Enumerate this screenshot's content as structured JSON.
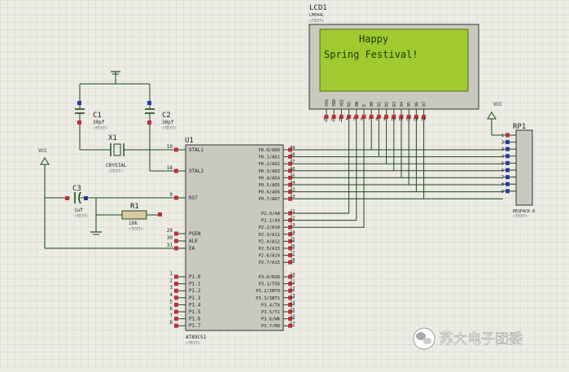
{
  "lcd": {
    "ref": "LCD1",
    "model": "LM044L",
    "text_tag": "<TEXT>",
    "line1": "Happy",
    "line2": "Spring Festival!",
    "pins": [
      "VSS",
      "VDD",
      "VEE",
      "RS",
      "RW",
      "E",
      "D0",
      "D1",
      "D2",
      "D3",
      "D4",
      "D5",
      "D6",
      "D7"
    ],
    "pin_numbers": [
      "1",
      "2",
      "3",
      "4",
      "5",
      "6",
      "7",
      "8",
      "9",
      "10",
      "11",
      "12",
      "13",
      "14"
    ]
  },
  "mcu": {
    "ref": "U1",
    "model": "AT89C51",
    "text_tag": "<TEXT>",
    "left_pins": [
      {
        "num": "19",
        "name": "XTAL1"
      },
      {
        "num": "18",
        "name": "XTAL2"
      },
      {
        "num": "9",
        "name": "RST"
      },
      {
        "num": "29",
        "name": "PSEN"
      },
      {
        "num": "30",
        "name": "ALE"
      },
      {
        "num": "31",
        "name": "EA"
      }
    ],
    "p1_pins": [
      {
        "num": "1",
        "name": "P1.0"
      },
      {
        "num": "2",
        "name": "P1.1"
      },
      {
        "num": "3",
        "name": "P1.2"
      },
      {
        "num": "4",
        "name": "P1.3"
      },
      {
        "num": "5",
        "name": "P1.4"
      },
      {
        "num": "6",
        "name": "P1.5"
      },
      {
        "num": "7",
        "name": "P1.6"
      },
      {
        "num": "8",
        "name": "P1.7"
      }
    ],
    "p0_pins": [
      {
        "num": "39",
        "name": "P0.0/AD0"
      },
      {
        "num": "38",
        "name": "P0.1/AD1"
      },
      {
        "num": "37",
        "name": "P0.2/AD2"
      },
      {
        "num": "36",
        "name": "P0.3/AD3"
      },
      {
        "num": "35",
        "name": "P0.4/AD4"
      },
      {
        "num": "34",
        "name": "P0.5/AD5"
      },
      {
        "num": "33",
        "name": "P0.6/AD6"
      },
      {
        "num": "32",
        "name": "P0.7/AD7"
      }
    ],
    "p2_pins": [
      {
        "num": "21",
        "name": "P2.0/A8"
      },
      {
        "num": "22",
        "name": "P2.1/A9"
      },
      {
        "num": "23",
        "name": "P2.2/A10"
      },
      {
        "num": "24",
        "name": "P2.3/A11"
      },
      {
        "num": "25",
        "name": "P2.4/A12"
      },
      {
        "num": "26",
        "name": "P2.5/A13"
      },
      {
        "num": "27",
        "name": "P2.6/A14"
      },
      {
        "num": "28",
        "name": "P2.7/A15"
      }
    ],
    "p3_pins": [
      {
        "num": "10",
        "name": "P3.0/RXD"
      },
      {
        "num": "11",
        "name": "P3.1/TXD"
      },
      {
        "num": "12",
        "name": "P3.2/INT0"
      },
      {
        "num": "13",
        "name": "P3.3/INT1"
      },
      {
        "num": "14",
        "name": "P3.4/T0"
      },
      {
        "num": "15",
        "name": "P3.5/T1"
      },
      {
        "num": "16",
        "name": "P3.6/WR"
      },
      {
        "num": "17",
        "name": "P3.7/RD"
      }
    ]
  },
  "components": {
    "c1": {
      "ref": "C1",
      "value": "30pf",
      "tag": "<TEXT>"
    },
    "c2": {
      "ref": "C2",
      "value": "30pf",
      "tag": "<TEXT>"
    },
    "c3": {
      "ref": "C3",
      "value": "1uf",
      "tag": "<TEXT>"
    },
    "x1": {
      "ref": "X1",
      "value": "CRYSTAL",
      "tag": "<TEXT>"
    },
    "r1": {
      "ref": "R1",
      "value": "10k",
      "tag": "<TEXT>"
    },
    "rp1": {
      "ref": "RP1",
      "value": "RESPACK-8",
      "tag": "<TEXT>",
      "pins": [
        "1",
        "2",
        "3",
        "4",
        "5",
        "6",
        "7",
        "8",
        "9"
      ]
    },
    "vcc_left": "VCC",
    "vcc_right": "VCC"
  },
  "watermark": "苏大电子团委",
  "colors": {
    "background": "#ecebe4",
    "grid": "#cfcfc6",
    "wire": "#1a4a1a",
    "body": "#c9c9c0",
    "pin_red": "#c0303a",
    "pin_blue": "#2a3aa8",
    "lcd_screen": "#9fcb30",
    "lcd_text": "#1f3a0a",
    "label_dark": "#222222"
  }
}
